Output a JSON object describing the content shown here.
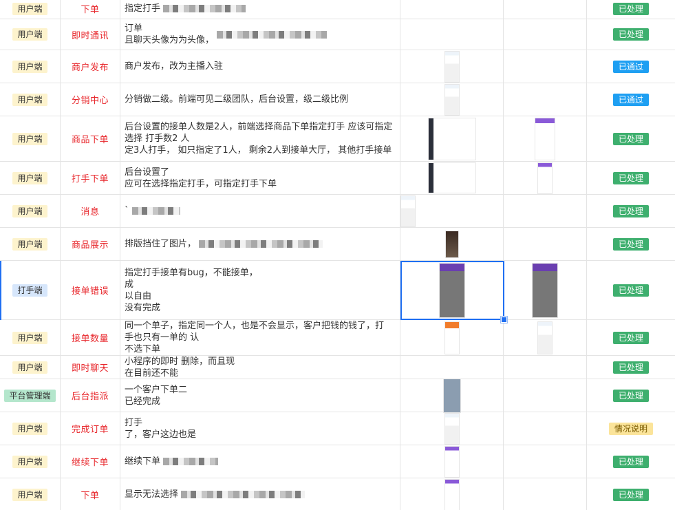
{
  "table": {
    "rows": [
      {
        "end": "用户端",
        "end_type": "user",
        "module": "下单",
        "desc": "指定打手",
        "status": "已处理",
        "status_type": "done",
        "img1": "",
        "img2": ""
      },
      {
        "end": "用户端",
        "end_type": "user",
        "module": "即时通讯",
        "desc": "订单\n且聊天头像为为头像，",
        "status": "已处理",
        "status_type": "done",
        "img1": "",
        "img2": ""
      },
      {
        "end": "用户端",
        "end_type": "user",
        "module": "商户发布",
        "desc": "商户发布，改为主播入驻",
        "status": "已通过",
        "status_type": "pass",
        "img1": "mobile-screenshot",
        "img2": ""
      },
      {
        "end": "用户端",
        "end_type": "user",
        "module": "分销中心",
        "desc": "分销做二级。前端可见二级团队，后台设置，级二级比例",
        "status": "已通过",
        "status_type": "pass",
        "img1": "mobile-screenshot",
        "img2": ""
      },
      {
        "end": "用户端",
        "end_type": "user",
        "module": "商品下单",
        "desc": "后台设置的接单人数是2人，前端选择商品下单指定打手 应该可指定选择 打手数2 人\n定3人打手， 如只指定了1人， 剩余2人到接单大厅， 其他打手接单",
        "status": "已处理",
        "status_type": "done",
        "img1": "admin-screenshot",
        "img2": "mobile-screenshot-purple"
      },
      {
        "end": "用户端",
        "end_type": "user",
        "module": "打手下单",
        "desc": "后台设置了\n应可在选择指定打手，可指定打手下单",
        "status": "已处理",
        "status_type": "done",
        "img1": "admin-screenshot",
        "img2": "mobile-screenshot-purple"
      },
      {
        "end": "用户端",
        "end_type": "user",
        "module": "消息",
        "desc": "`",
        "status": "已处理",
        "status_type": "done",
        "img1": "mobile-screenshot",
        "img2": ""
      },
      {
        "end": "用户端",
        "end_type": "user",
        "module": "商品展示",
        "desc": "排版挡住了图片，",
        "status": "已处理",
        "status_type": "done",
        "img1": "photo-screenshot",
        "img2": ""
      },
      {
        "end": "打手端",
        "end_type": "worker",
        "module": "接单错误",
        "desc": "指定打手接单有bug，不能接单，\n成\n以自由\n没有完成",
        "status": "已处理",
        "status_type": "done",
        "img1": "phone-dialog-screenshot",
        "img2": "phone-dialog-screenshot"
      },
      {
        "end": "用户端",
        "end_type": "user",
        "module": "接单数量",
        "desc": "同一个单子，指定同一个人，也是不会显示，客户把钱的钱了，打\n手也只有一单的 认\n不选下单",
        "status": "已处理",
        "status_type": "done",
        "img1": "orange-screenshot",
        "img2": "mobile-screenshot"
      },
      {
        "end": "用户端",
        "end_type": "user",
        "module": "即时聊天",
        "desc": "小程序的即时 删除，而且现\n在目前还不能",
        "status": "已处理",
        "status_type": "done",
        "img1": "",
        "img2": ""
      },
      {
        "end": "平台管理端",
        "end_type": "admin",
        "module": "后台指派",
        "desc": "一个客户下单二\n已经完成",
        "status": "已处理",
        "status_type": "done",
        "img1": "gray-screenshot",
        "img2": ""
      },
      {
        "end": "用户端",
        "end_type": "user",
        "module": "完成订单",
        "desc": "打手\n了，客户这边也是",
        "status": "情况说明",
        "status_type": "note",
        "img1": "mobile-screenshot",
        "img2": ""
      },
      {
        "end": "用户端",
        "end_type": "user",
        "module": "继续下单",
        "desc": "继续下单",
        "status": "已处理",
        "status_type": "done",
        "img1": "mobile-screenshot-purple",
        "img2": ""
      },
      {
        "end": "用户端",
        "end_type": "user",
        "module": "下单",
        "desc": "显示无法选择",
        "status": "已处理",
        "status_type": "done",
        "img1": "mobile-screenshot-purple",
        "img2": ""
      }
    ]
  },
  "selection": {
    "row": 8,
    "column": "img1"
  },
  "colors": {
    "module_text": "#e8262b",
    "status_done": "#3eaf6e",
    "status_pass": "#1e9ff2",
    "status_note": "#fbe49a",
    "tag_user": "#fdf3cd",
    "tag_worker": "#d6e6fb",
    "tag_admin": "#b4e6cc",
    "selection": "#1f6ff2"
  }
}
